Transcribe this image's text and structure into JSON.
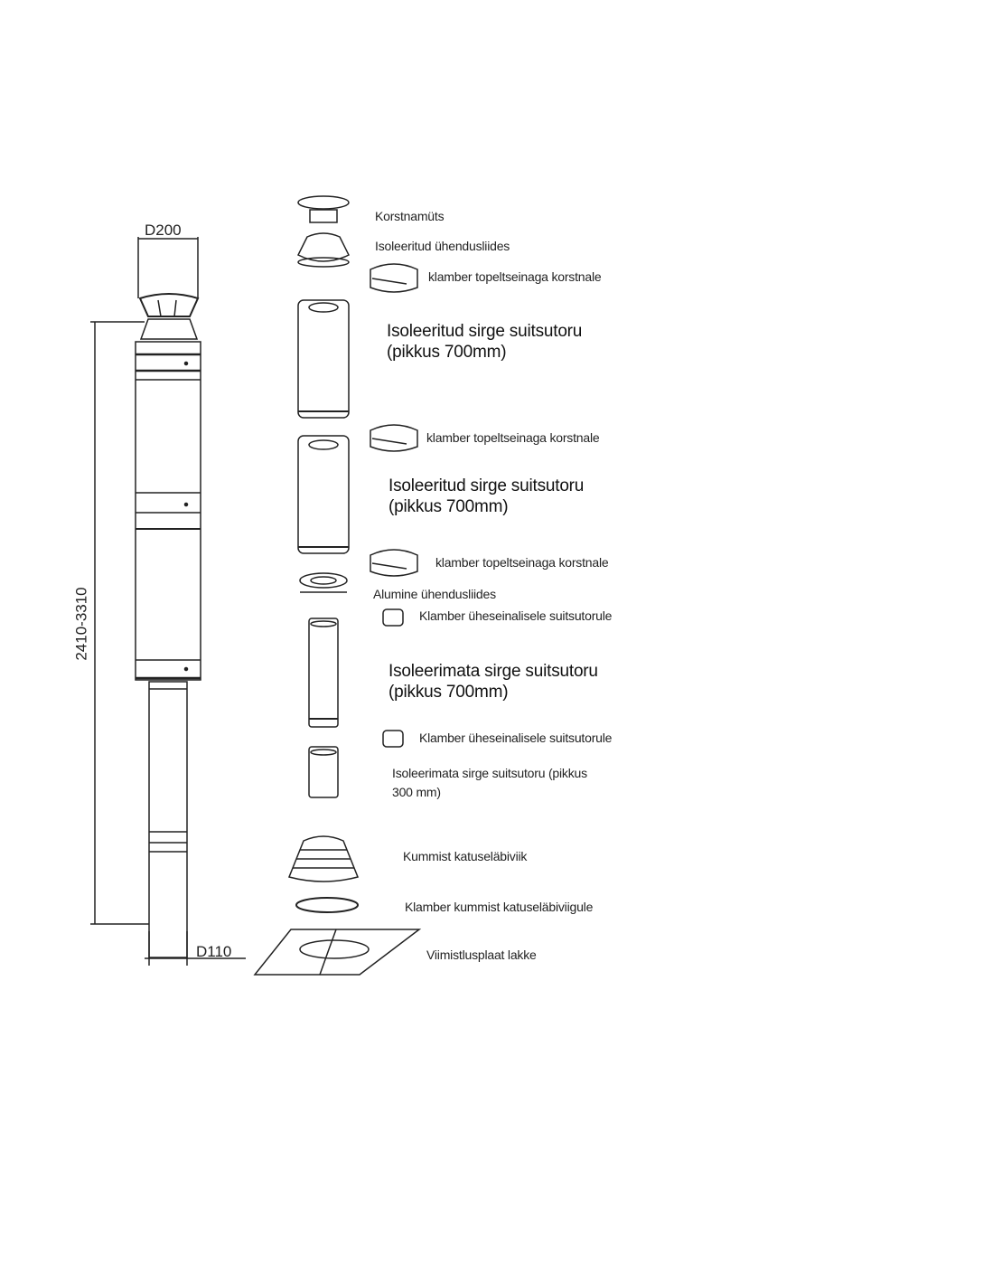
{
  "dimensions": {
    "top_diameter": "D200",
    "bottom_diameter": "D110",
    "height_range": "2410-3310"
  },
  "components": [
    {
      "label": "Korstnamüts"
    },
    {
      "label": "Isoleeritud ühendusliides"
    },
    {
      "label": "klamber topeltseinaga korstnale"
    },
    {
      "label": "Isoleeritud sirge suitsutoru",
      "label2": "(pikkus 700mm)"
    },
    {
      "label": "klamber topeltseinaga korstnale"
    },
    {
      "label": "Isoleeritud sirge suitsutoru",
      "label2": "(pikkus 700mm)"
    },
    {
      "label": "klamber topeltseinaga korstnale"
    },
    {
      "label": "Alumine ühendusliides"
    },
    {
      "label": "Klamber üheseinalisele suitsutorule"
    },
    {
      "label": "Isoleerimata sirge suitsutoru",
      "label2": "(pikkus 700mm)"
    },
    {
      "label": "Klamber üheseinalisele suitsutorule"
    },
    {
      "label": "Isoleerimata sirge suitsutoru (pikkus",
      "label2": "300 mm)"
    },
    {
      "label": "Kummist katuseläbiviik"
    },
    {
      "label": "Klamber kummist katuseläbiviigule"
    },
    {
      "label": "Viimistlusplaat lakke"
    }
  ]
}
